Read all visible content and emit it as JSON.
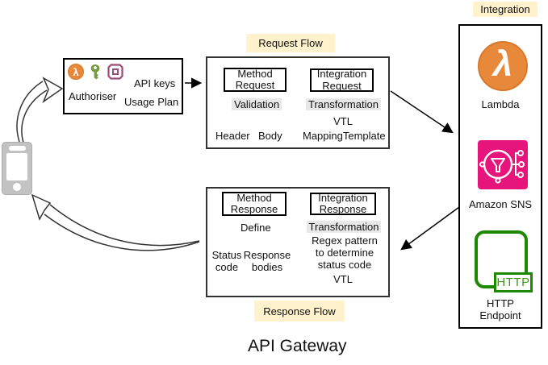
{
  "title": "API Gateway",
  "flow_labels": {
    "request": "Request Flow",
    "response": "Response Flow",
    "integration": "Integration"
  },
  "authoriser": {
    "label": "Authoriser",
    "api_keys": "API keys",
    "usage_plan": "Usage Plan"
  },
  "request_flow": {
    "method_request": "Method Request",
    "integration_request": "Integration Request",
    "validation": "Validation",
    "header": "Header",
    "body": "Body",
    "transformation": "Transformation",
    "vtl": "VTL",
    "mapping_template": "MappingTemplate"
  },
  "response_flow": {
    "method_response": "Method Response",
    "integration_response": "Integration Response",
    "define": "Define",
    "status_code": "Status code",
    "response_bodies": "Response bodies",
    "transformation": "Transformation",
    "regex_note": "Regex pattern to determine status code",
    "vtl": "VTL"
  },
  "integrations": {
    "lambda": "Lambda",
    "sns": "Amazon SNS",
    "http_badge": "HTTP",
    "http_endpoint": "HTTP Endpoint"
  },
  "icons": {
    "lambda_glyph": "λ",
    "lambda": "lambda-icon",
    "key": "key-icon",
    "cognito": "cognito-icon",
    "mobile": "mobile-device-icon",
    "sns": "sns-fanout-icon",
    "http": "http-endpoint-icon"
  },
  "colors": {
    "flow_label_bg": "#FFF2CC",
    "highlight_bg": "#E8E8E8",
    "lambda_orange": "#E8883A",
    "sns_pink": "#E7157B",
    "http_green": "#1E8900",
    "key_green": "#759C3E",
    "cognito_purple": "#9C4B78",
    "phone_gray": "#C2C2C2"
  }
}
